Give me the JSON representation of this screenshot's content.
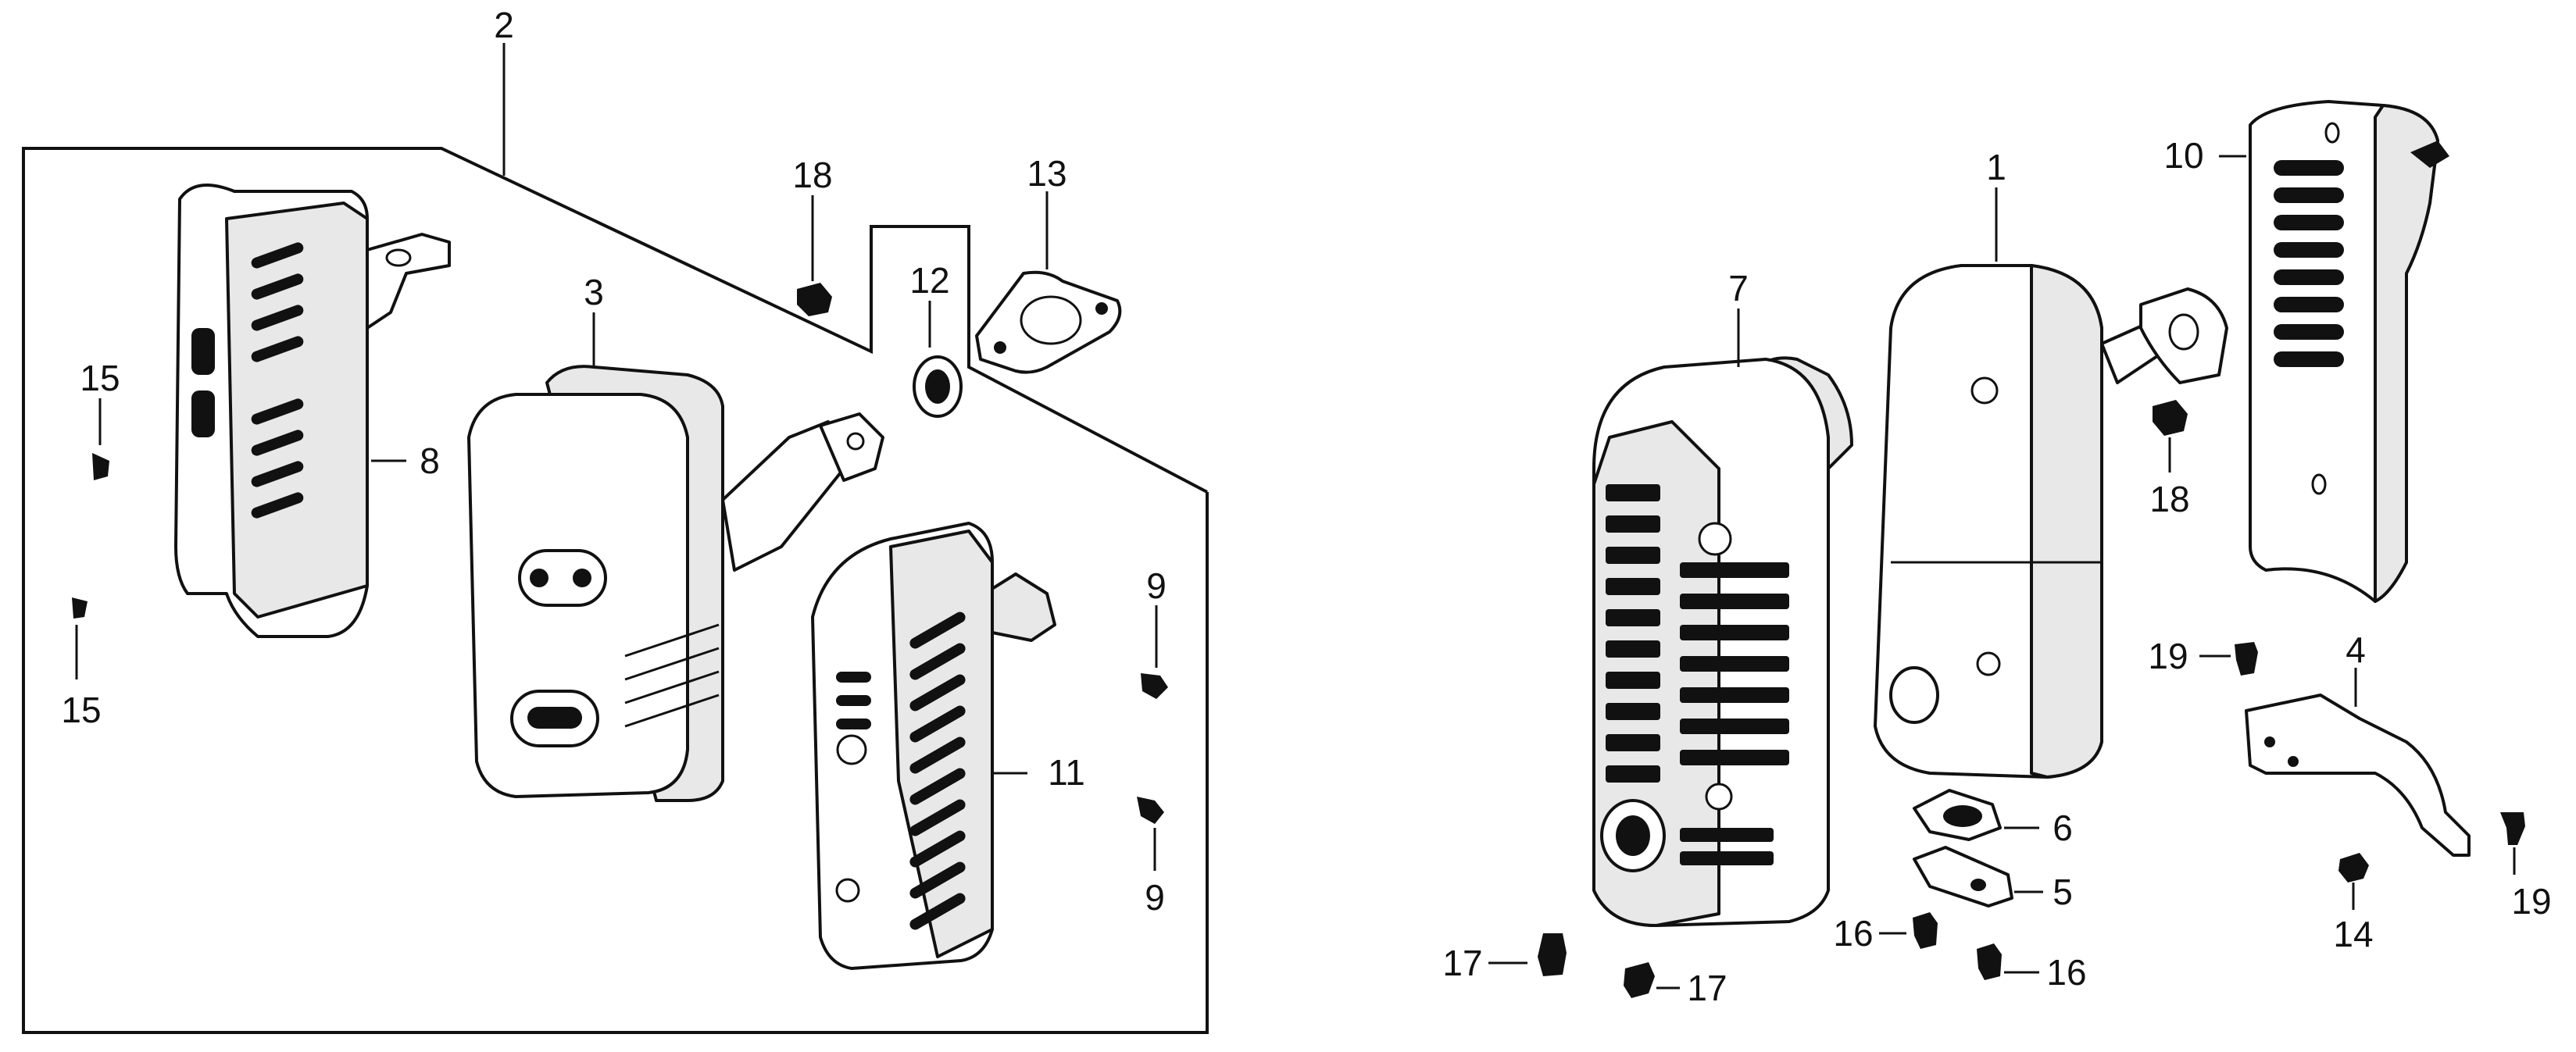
{
  "callouts": {
    "c1": "1",
    "c2": "2",
    "c3": "3",
    "c4": "4",
    "c5": "5",
    "c6": "6",
    "c7": "7",
    "c8": "8",
    "c9a": "9",
    "c9b": "9",
    "c10": "10",
    "c11": "11",
    "c12": "12",
    "c13": "13",
    "c14": "14",
    "c15a": "15",
    "c15b": "15",
    "c16a": "16",
    "c16b": "16",
    "c17a": "17",
    "c17b": "17",
    "c18a": "18",
    "c18b": "18",
    "c19a": "19",
    "c19b": "19"
  }
}
